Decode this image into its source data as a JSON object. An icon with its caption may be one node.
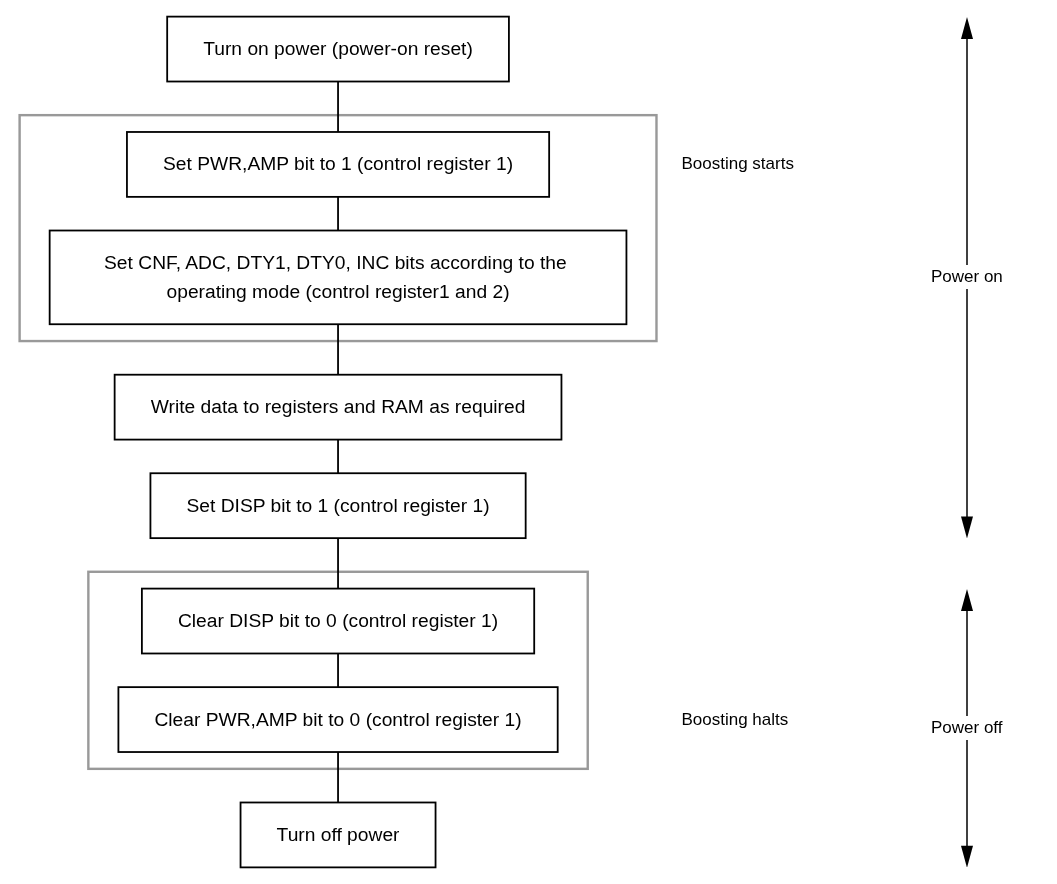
{
  "diagram": {
    "nodes": [
      {
        "text": [
          "Turn on power (power-on reset)"
        ]
      },
      {
        "text": [],
        "shape": "box"
      },
      {
        "text": [
          "Set PWR,AMP bit to 1 (control register 1)"
        ],
        "in": 1
      },
      {
        "text": [
          "Set CNF, ADC, DTY1, DTY0, INC bits according to the operating mode (control register1 and 2)"
        ],
        "in": 1
      },
      {
        "text": [
          "Write data to registers and RAM as required"
        ]
      },
      {
        "text": [
          "Set DISP bit to 1 (control register 1)"
        ]
      },
      {
        "text": [],
        "shape": "box"
      },
      {
        "text": [
          "Clear DISP bit to 0 (control register 1)"
        ],
        "in": 6
      },
      {
        "text": [
          "Clear PWR,AMP bit to 0 (control register 1)"
        ],
        "in": 6
      },
      {
        "text": [
          "Turn off power"
        ]
      }
    ],
    "edges": [
      {
        "from": 0,
        "to": 2,
        "arrow": "none"
      },
      {
        "from": 2,
        "to": 3,
        "arrow": "none"
      },
      {
        "from": 3,
        "to": 4,
        "arrow": "none"
      },
      {
        "from": 4,
        "to": 5,
        "arrow": "none"
      },
      {
        "from": 5,
        "to": 7,
        "arrow": "none"
      },
      {
        "from": 7,
        "to": 8,
        "arrow": "none"
      },
      {
        "from": 8,
        "to": 9,
        "arrow": "none"
      }
    ],
    "labels": [
      "Boosting starts",
      "Power on",
      "Boosting halts",
      "Power off"
    ]
  }
}
